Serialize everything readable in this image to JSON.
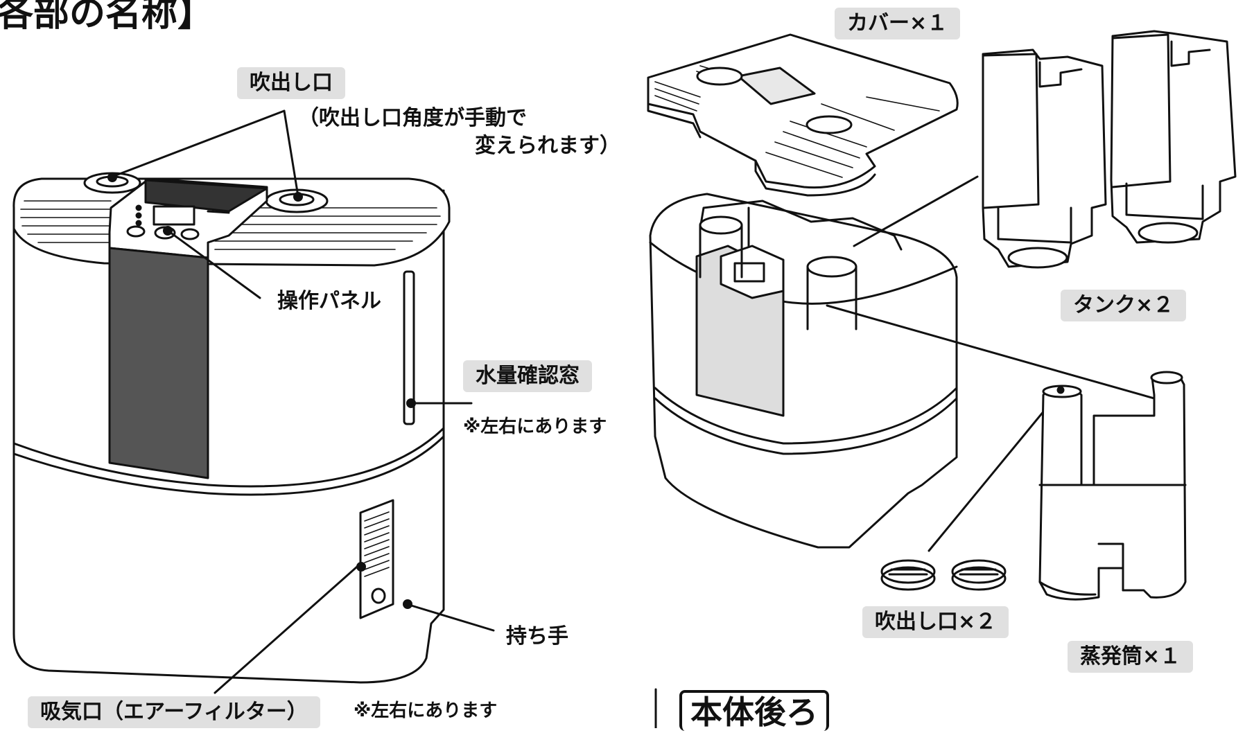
{
  "page_title": "各部の名称】",
  "rear_view_title": "本体後ろ",
  "main_unit": {
    "outlet": "吹出し口",
    "outlet_note_1": "（吹出し口角度が手動で",
    "outlet_note_2": "変えられます）",
    "control_panel": "操作パネル",
    "water_window": "水量確認窓",
    "water_window_note": "※左右にあります",
    "handle": "持ち手",
    "air_intake": "吸気口（エアーフィルター）",
    "air_intake_note": "※左右にあります"
  },
  "parts": {
    "cover": "カバー×１",
    "tank": "タンク×２",
    "outlet_parts": "吹出し口×２",
    "evaporator": "蒸発筒×１"
  },
  "colors": {
    "line": "#111111",
    "label_bg": "#e0e0e0",
    "dark_panel": "#555555"
  }
}
